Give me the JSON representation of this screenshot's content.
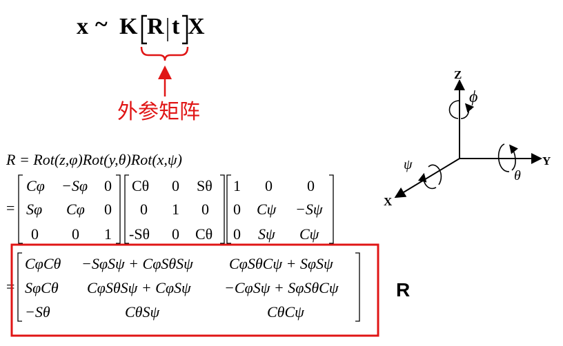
{
  "projection": {
    "lhs": "x",
    "sim": "~",
    "k": "K",
    "r": "R",
    "sep": "|",
    "t": "t",
    "X": "X"
  },
  "extrinsic_label": "外参矩阵",
  "rotation_def": "R = Rot(z,φ)Rot(y,θ)Rot(x,ψ)",
  "equals": "=",
  "rot_z": [
    [
      "Cφ",
      "−Sφ",
      "0"
    ],
    [
      "Sφ",
      "Cφ",
      "0"
    ],
    [
      "0",
      "0",
      "1"
    ]
  ],
  "rot_y": [
    [
      "Cθ",
      "0",
      "Sθ"
    ],
    [
      "0",
      "1",
      "0"
    ],
    [
      "-Sθ",
      "0",
      "Cθ"
    ]
  ],
  "rot_x": [
    [
      "1",
      "0",
      "0"
    ],
    [
      "0",
      "Cψ",
      "−Sψ"
    ],
    [
      "0",
      "Sψ",
      "Cψ"
    ]
  ],
  "result": [
    [
      "CφCθ",
      "−SφSψ + CφSθSψ",
      "CφSθCψ + SφSψ"
    ],
    [
      "SφCθ",
      "CφSθSψ + CφSψ",
      "−CφSψ + SφSθCψ"
    ],
    [
      "−Sθ",
      "CθSψ",
      "CθCψ"
    ]
  ],
  "result_label": "R",
  "axes": {
    "z": "Z",
    "y": "Y",
    "x": "X",
    "phi": "ϕ",
    "theta": "θ",
    "psi": "ψ"
  },
  "colors": {
    "highlight": "#e01515",
    "ink": "#000000"
  }
}
